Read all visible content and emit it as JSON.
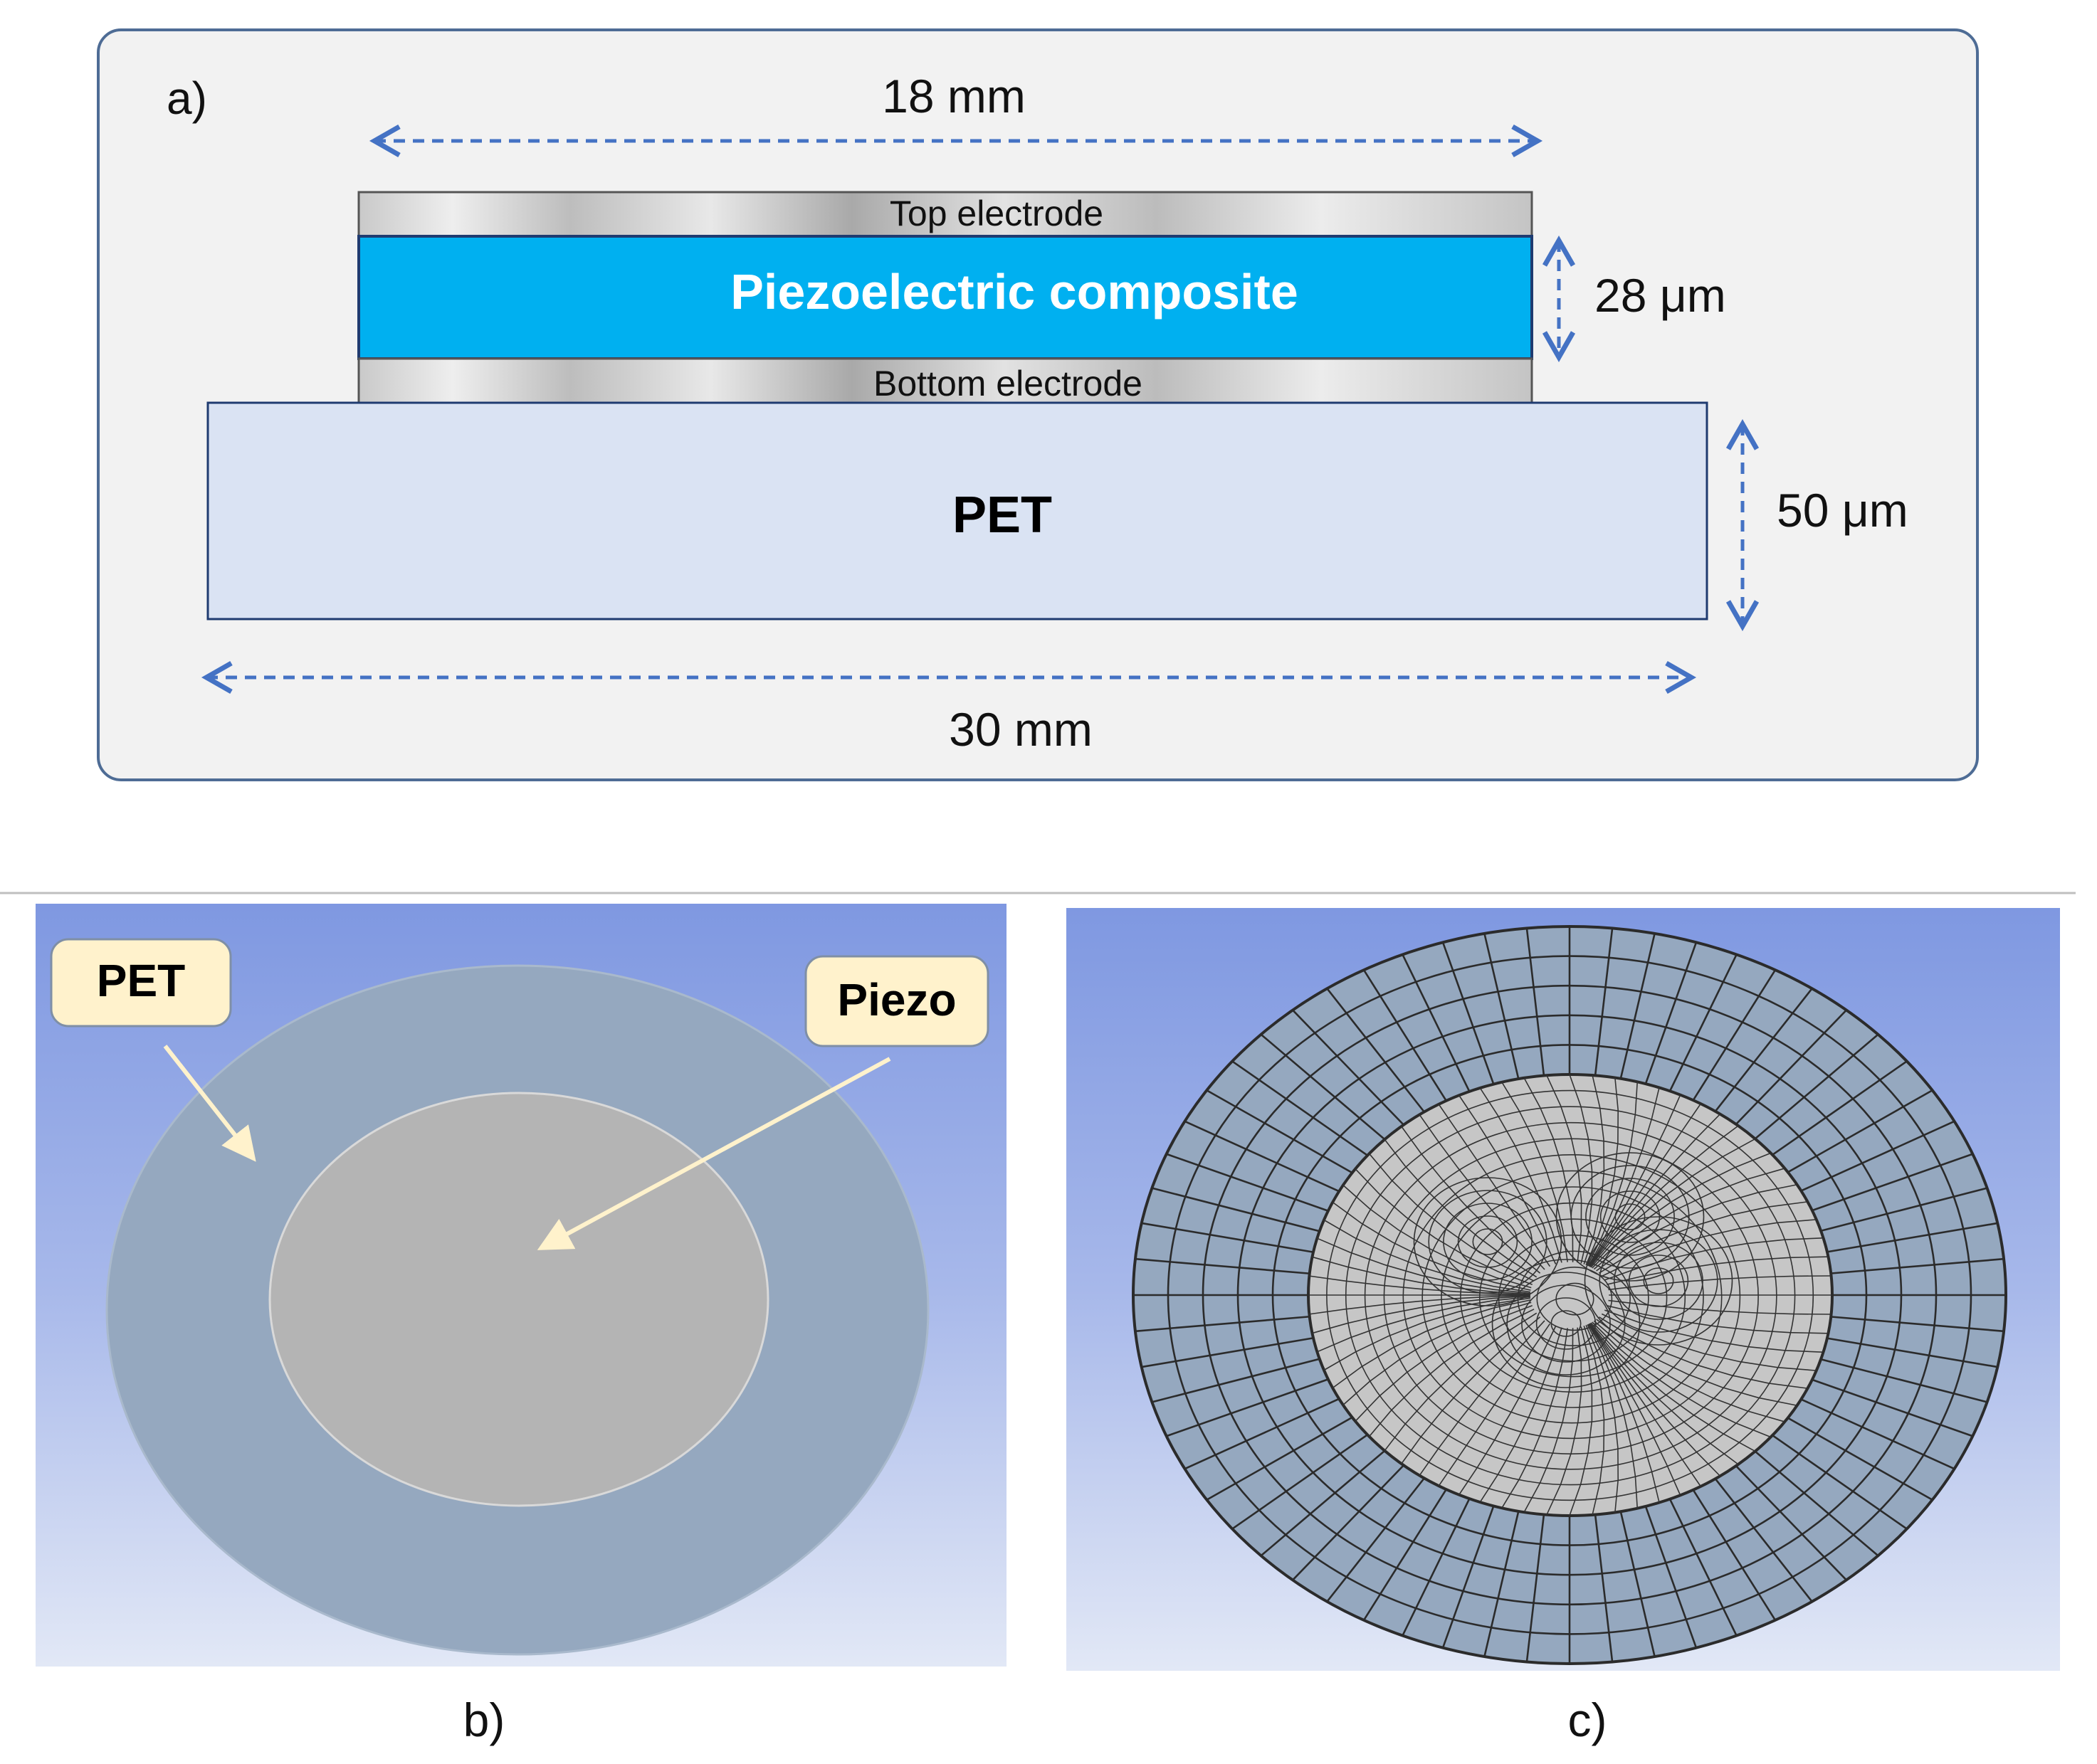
{
  "panel_a": {
    "label": "a)",
    "dimensions": {
      "top_width": "18 mm",
      "piezo_thickness": "28 μm",
      "pet_thickness": "50 μm",
      "bottom_width": "30 mm"
    },
    "layers": {
      "top_electrode": "Top electrode",
      "piezo": "Piezoelectric composite",
      "bottom_electrode": "Bottom electrode",
      "substrate": "PET"
    },
    "colors": {
      "piezo": "#00b0f0",
      "pet": "#dae3f3",
      "dimension_arrows": "#4472c4",
      "frame": "#f2f2f2"
    }
  },
  "panel_b": {
    "label": "b)",
    "callouts": {
      "pet": "PET",
      "piezo": "Piezo"
    },
    "colors": {
      "pet_region": "#95a8bf",
      "piezo_region": "#b4b4b4",
      "callout_fill": "#fff2cc"
    }
  },
  "panel_c": {
    "label": "c)",
    "colors": {
      "coarse_mesh": "#95a8bf",
      "fine_mesh": "#c6c6c6",
      "mesh_lines": "#2b2b2b"
    }
  }
}
